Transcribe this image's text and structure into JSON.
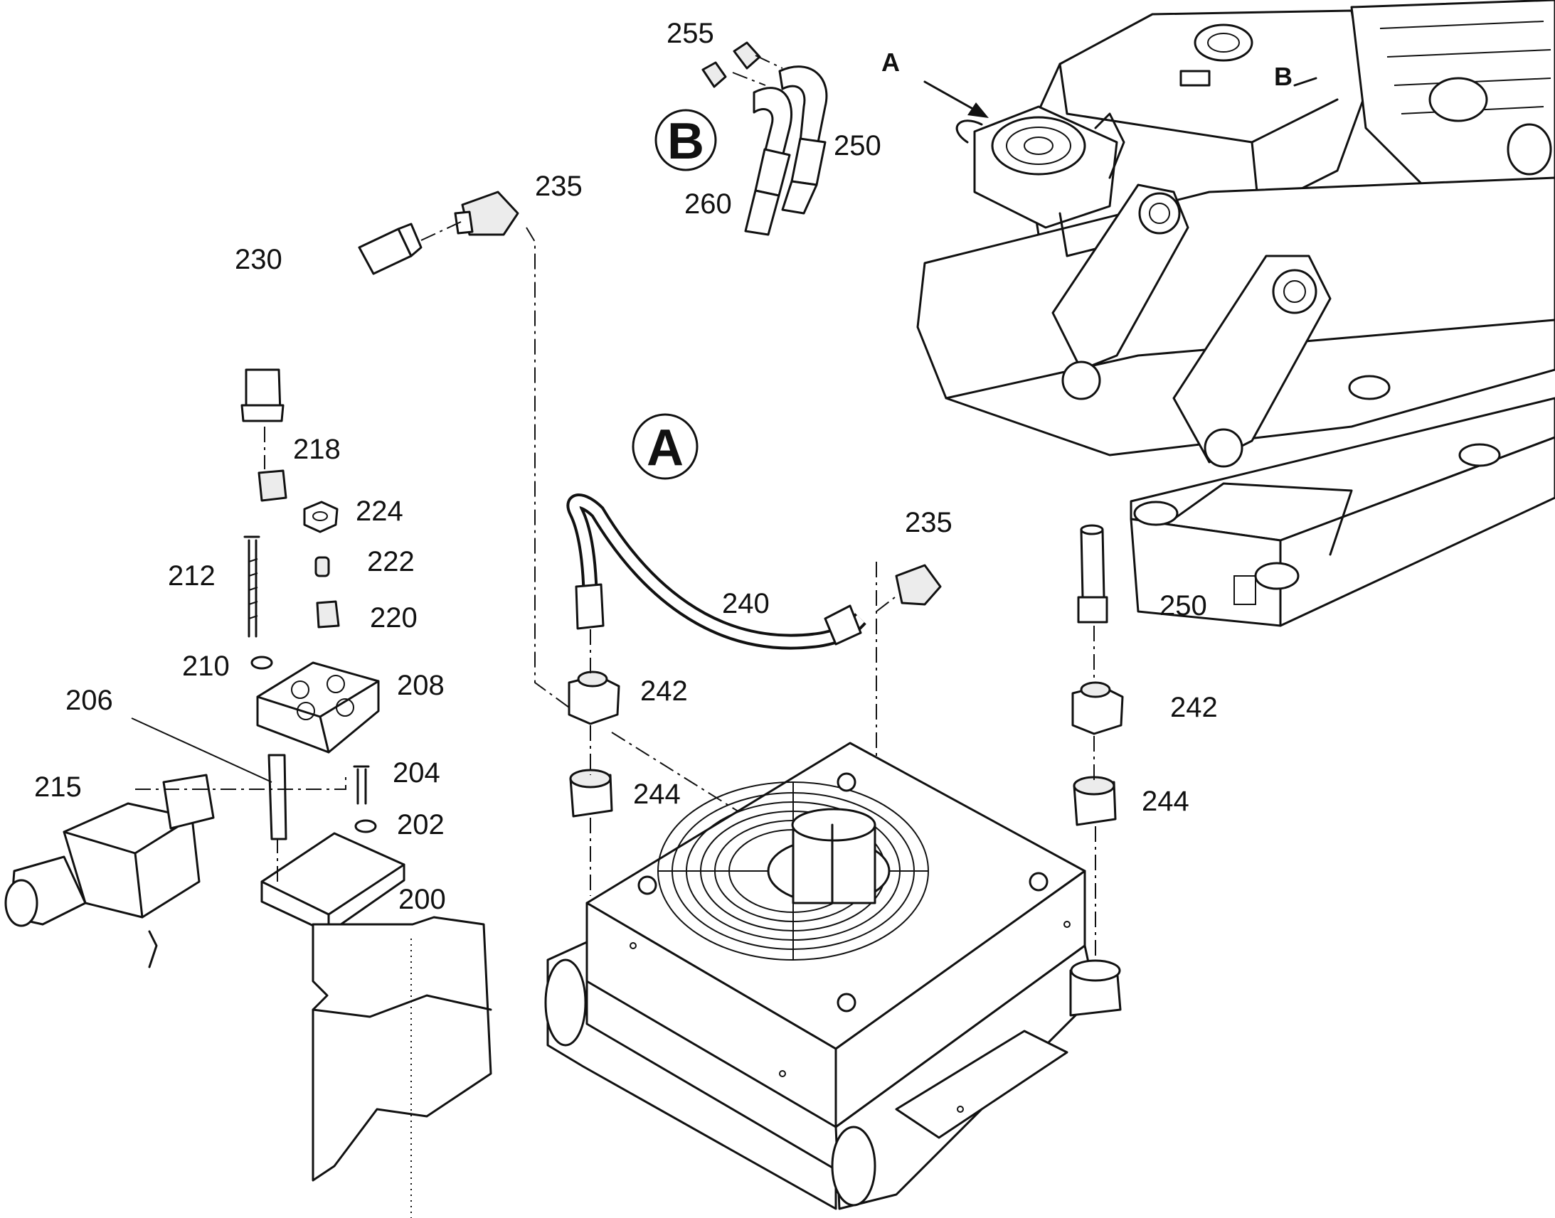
{
  "view_labels": {
    "a": "A",
    "b": "B"
  },
  "ref_marks": {
    "a": "A",
    "b": "B"
  },
  "callouts": {
    "c200": "200",
    "c202": "202",
    "c204": "204",
    "c206": "206",
    "c208": "208",
    "c210": "210",
    "c212": "212",
    "c215": "215",
    "c218": "218",
    "c220": "220",
    "c222": "222",
    "c224": "224",
    "c230": "230",
    "c235a": "235",
    "c235b": "235",
    "c240": "240",
    "c242a": "242",
    "c242b": "242",
    "c244a": "244",
    "c244b": "244",
    "c250a": "250",
    "c250b": "250",
    "c255": "255",
    "c260": "260"
  }
}
